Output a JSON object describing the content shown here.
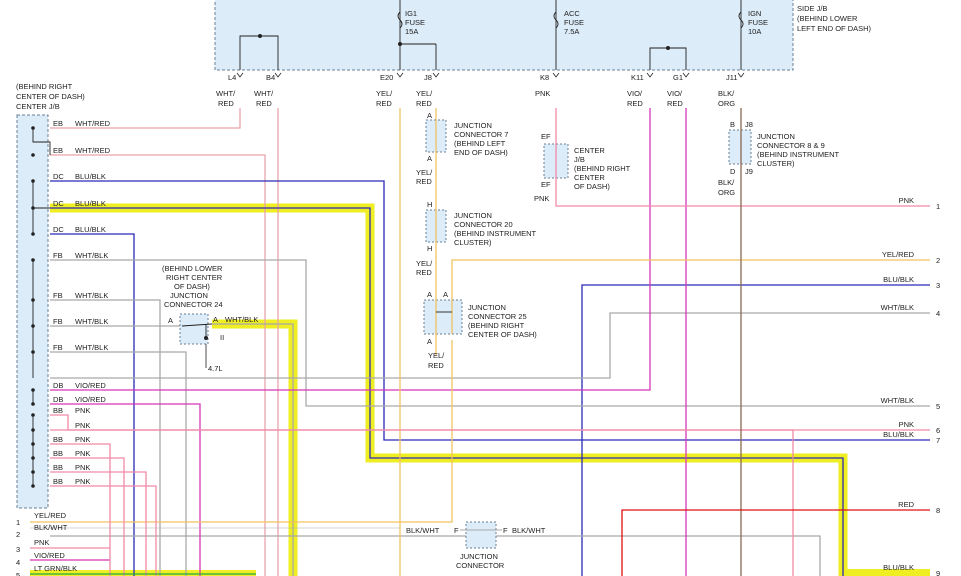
{
  "colors": {
    "wht_red": "#e8a5aa",
    "wht_blk": "#a9a9a9",
    "blu_blk": "#2a2ab8",
    "yel_red": "#f2c260",
    "pnk": "#f08aa8",
    "vio_red": "#d636b8",
    "blk_org": "#8a6a55",
    "red": "#e01010",
    "highlight": "#eeee22",
    "box_fill": "#dcecf8",
    "box_stroke": "#6a7f93"
  },
  "dash_jb": {
    "label": [
      "SIDE J/B",
      "(BEHIND LOWER",
      "LEFT END OF DASH)"
    ],
    "fuses": [
      {
        "name": "IG1",
        "word": "FUSE",
        "amps": "15A"
      },
      {
        "name": "ACC",
        "word": "FUSE",
        "amps": "7.5A"
      },
      {
        "name": "IGN",
        "word": "FUSE",
        "amps": "10A"
      }
    ],
    "pins": [
      "L4",
      "B4",
      "E20",
      "J8",
      "K8",
      "K11",
      "G1",
      "J11"
    ]
  },
  "wire_colors_top": [
    [
      "WHT/",
      "RED"
    ],
    [
      "WHT/",
      "RED"
    ],
    [
      "YEL/",
      "RED"
    ],
    [
      "YEL/",
      "RED"
    ],
    [
      "PNK"
    ],
    [
      "VIO/",
      "RED"
    ],
    [
      "VIO/",
      "RED"
    ],
    [
      "BLK/",
      "ORG"
    ]
  ],
  "center_jb": {
    "label": [
      "(BEHIND RIGHT",
      "CENTER OF DASH)",
      "CENTER J/B"
    ],
    "rows": [
      {
        "pin": "EB",
        "color": "WHT/RED"
      },
      {
        "pin": "EB",
        "color": "WHT/RED"
      },
      {
        "pin": "DC",
        "color": "BLU/BLK"
      },
      {
        "pin": "DC",
        "color": "BLU/BLK"
      },
      {
        "pin": "DC",
        "color": "BLU/BLK"
      },
      {
        "pin": "FB",
        "color": "WHT/BLK"
      },
      {
        "pin": "FB",
        "color": "WHT/BLK"
      },
      {
        "pin": "FB",
        "color": "WHT/BLK"
      },
      {
        "pin": "FB",
        "color": "WHT/BLK"
      },
      {
        "pin": "DB",
        "color": "VIO/RED"
      },
      {
        "pin": "DB",
        "color": "VIO/RED"
      },
      {
        "pin": "BB",
        "color": "PNK"
      },
      {
        "pin": "",
        "color": "PNK"
      },
      {
        "pin": "BB",
        "color": "PNK"
      },
      {
        "pin": "BB",
        "color": "PNK"
      },
      {
        "pin": "BB",
        "color": "PNK"
      },
      {
        "pin": "BB",
        "color": "PNK"
      }
    ]
  },
  "connectors": {
    "jc7": {
      "lines": [
        "JUNCTION",
        "CONNECTOR 7",
        "(BEHIND LEFT",
        "END OF DASH)"
      ],
      "pin_top": "A",
      "pin_bottom": "A"
    },
    "jc20": {
      "lines": [
        "JUNCTION",
        "CONNECTOR 20",
        "(BEHIND INSTRUMENT",
        "CLUSTER)"
      ],
      "pin_top": "H",
      "pin_bottom": "H"
    },
    "jc25": {
      "lines": [
        "JUNCTION",
        "CONNECTOR 25",
        "(BEHIND RIGHT",
        "CENTER OF DASH)"
      ],
      "pin_top": "A",
      "pin_top2": "A",
      "pin_bottom": "A"
    },
    "center_jb2": {
      "lines": [
        "CENTER",
        "J/B",
        "(BEHIND RIGHT",
        "CENTER",
        "OF DASH)"
      ],
      "pin_top": "EF",
      "pin_bottom": "EF"
    },
    "jc89": {
      "lines": [
        "JUNCTION",
        "CONNECTOR 8 & 9",
        "(BEHIND INSTRUMENT",
        "CLUSTER)"
      ],
      "pin_b": "B",
      "pin_j8": "J8",
      "pin_d": "D",
      "pin_j9": "J9"
    },
    "jc24": {
      "lines": [
        "(BEHIND LOWER",
        "RIGHT CENTER",
        "OF DASH)",
        "JUNCTION",
        "CONNECTOR 24"
      ],
      "pin_a_left": "A",
      "pin_a_right": "A",
      "pin_ii": "II",
      "wire": "WHT/BLK"
    },
    "jc_bottom": {
      "lines": [
        "JUNCTION",
        "CONNECTOR"
      ],
      "pin_f_left": "F",
      "pin_f_right": "F",
      "wire_left": "BLK/WHT",
      "wire_right": "BLK/WHT"
    }
  },
  "mid_labels": {
    "yel_red_1": [
      "YEL/",
      "RED"
    ],
    "yel_red_2": [
      "YEL/",
      "RED"
    ],
    "yel_red_3": [
      "YEL/",
      "RED"
    ],
    "pnk_ef": "PNK",
    "blk_org": [
      "BLK/",
      "ORG"
    ],
    "ref_47": "4.7L"
  },
  "right_outputs": [
    {
      "color": "PNK",
      "num": "1"
    },
    {
      "color": "YEL/RED",
      "num": "2"
    },
    {
      "color": "BLU/BLK",
      "num": "3"
    },
    {
      "color": "WHT/BLK",
      "num": "4"
    },
    {
      "color": "WHT/BLK",
      "num": "5"
    },
    {
      "color": "PNK",
      "num": "6"
    },
    {
      "color": "BLU/BLK",
      "num": "7"
    },
    {
      "color": "RED",
      "num": "8"
    },
    {
      "color": "BLU/BLK",
      "num": "9"
    }
  ],
  "bottom_left": [
    {
      "num": "1",
      "color": "YEL/RED"
    },
    {
      "num": "2",
      "color": "BLK/WHT"
    },
    {
      "num": "3",
      "color": "PNK"
    },
    {
      "num": "4",
      "color": "VIO/RED"
    },
    {
      "num": "5",
      "color": "LT GRN/BLK"
    }
  ]
}
